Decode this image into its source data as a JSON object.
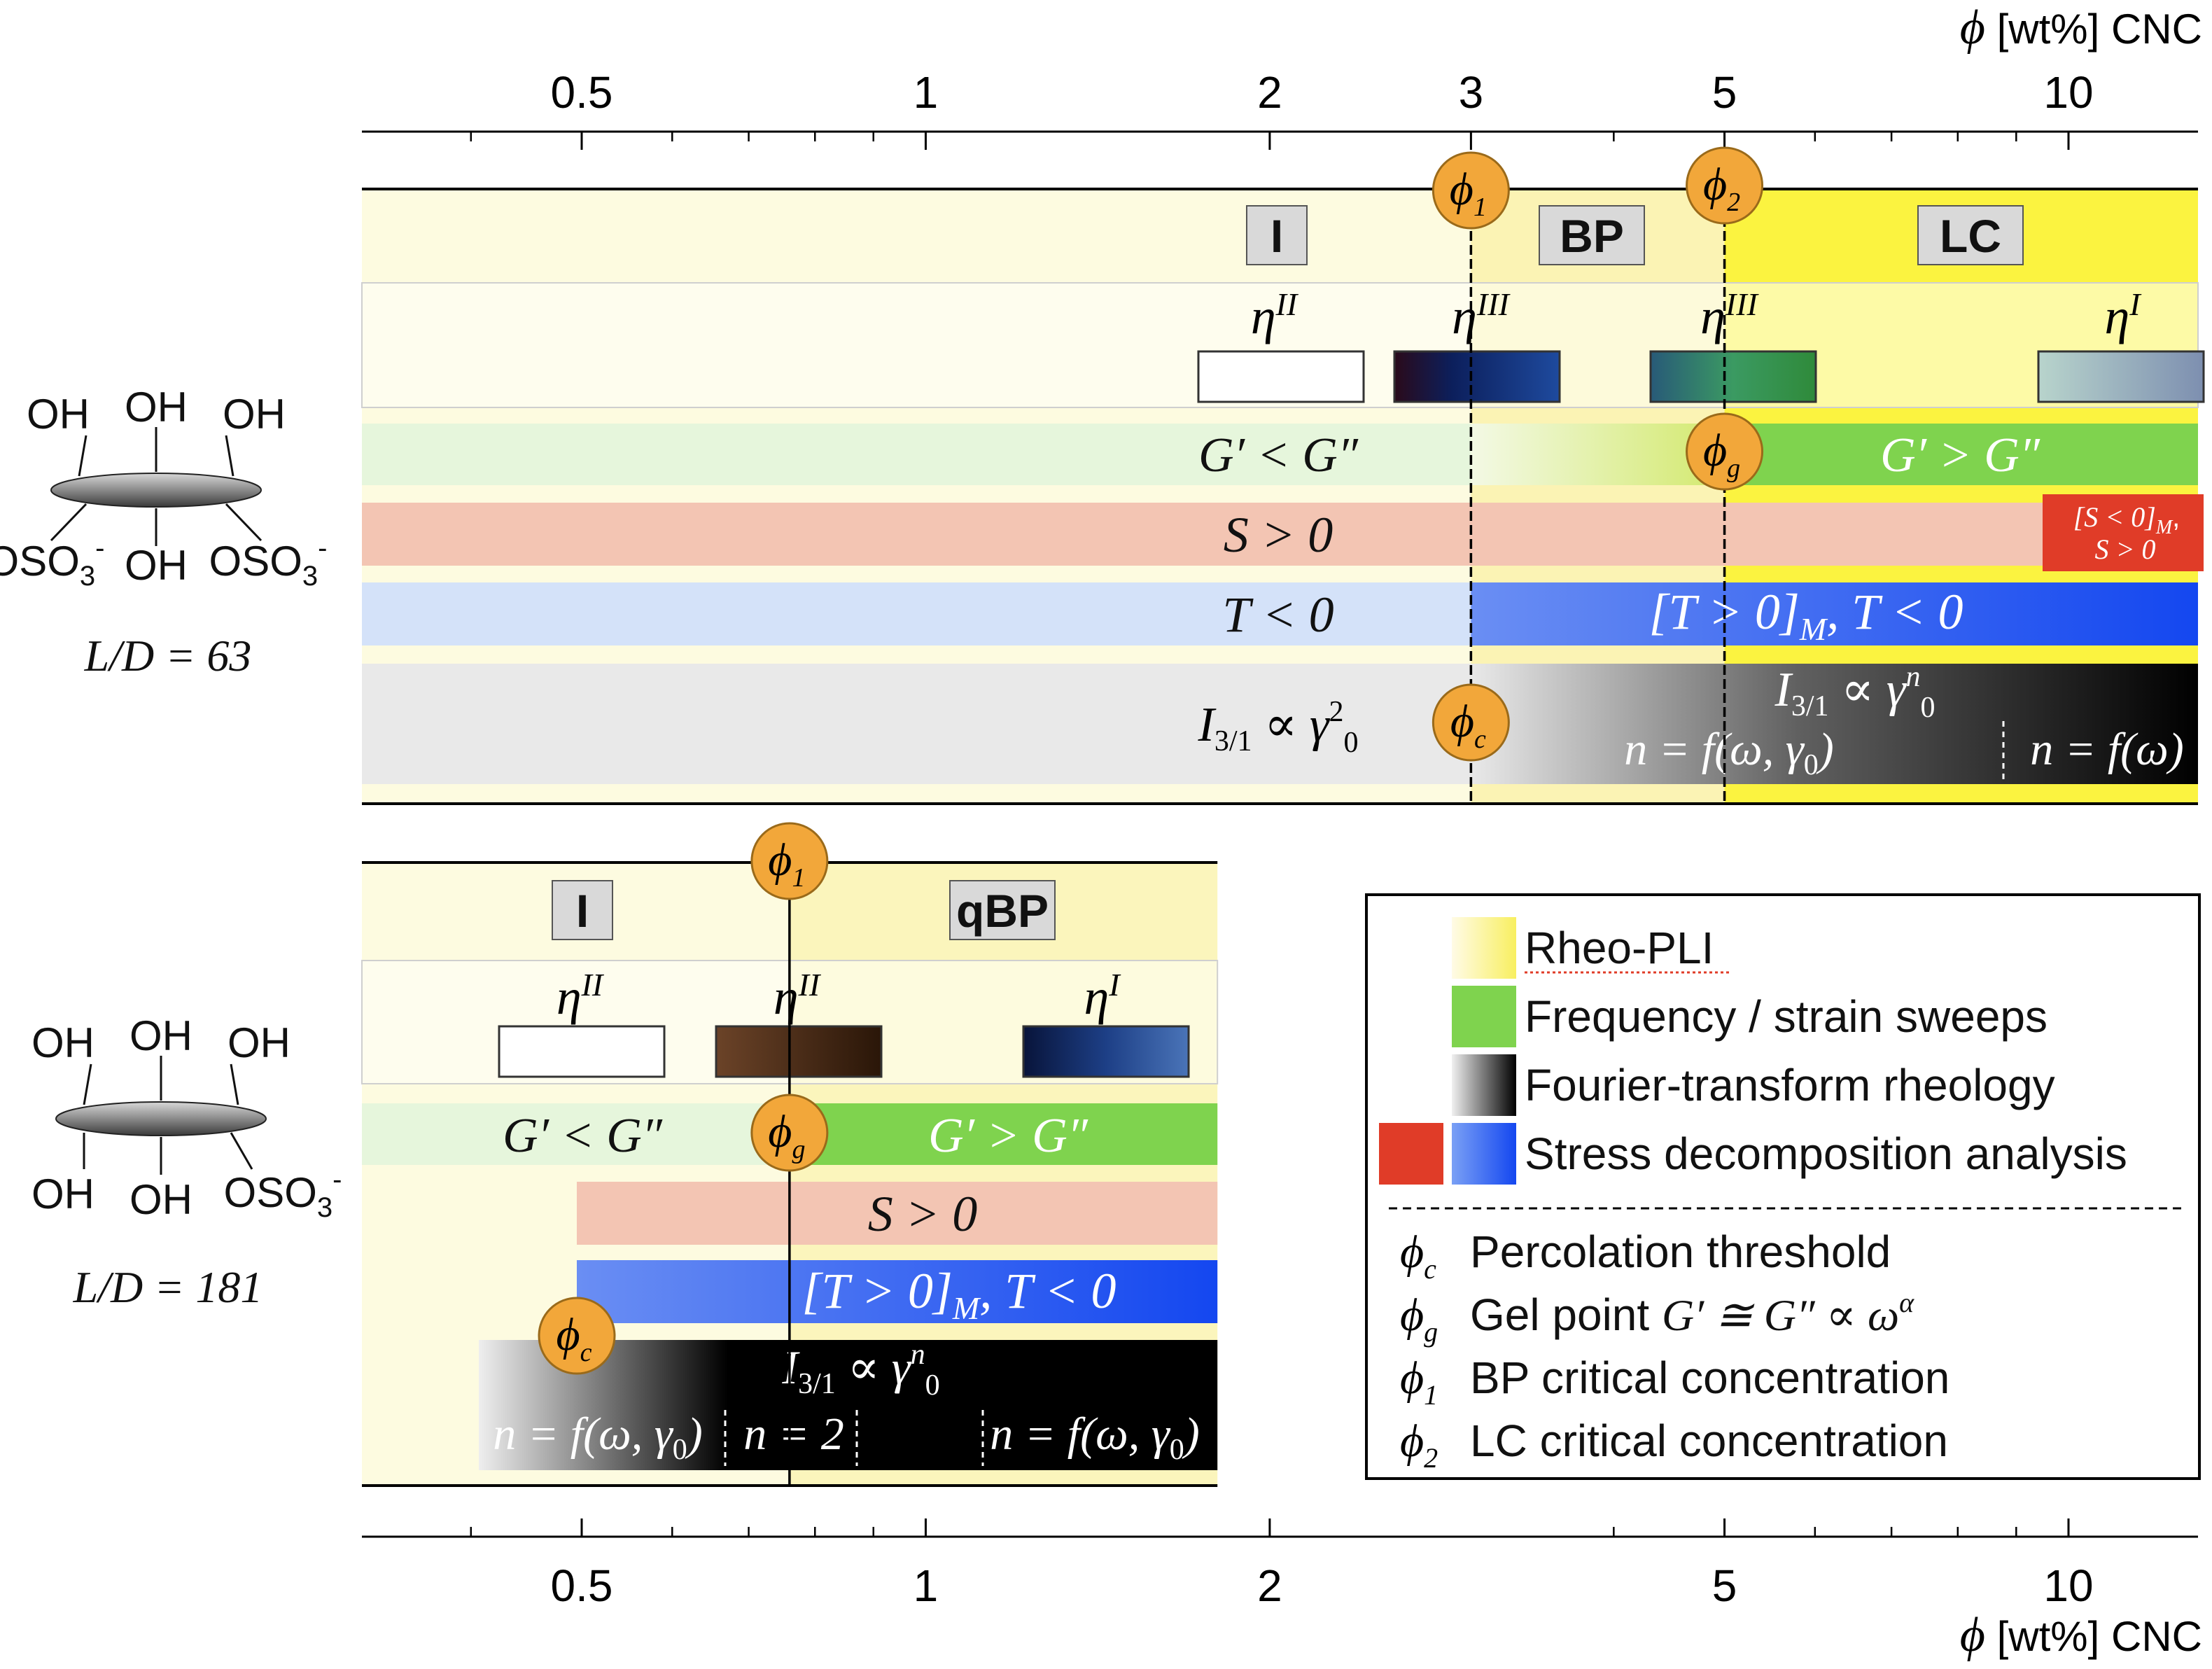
{
  "axis": {
    "label": "ϕ [wt%] CNC",
    "ticks": [
      {
        "value": 0.5,
        "label": "0.5"
      },
      {
        "value": 1,
        "label": "1"
      },
      {
        "value": 2,
        "label": "2"
      },
      {
        "value": 3,
        "label": "3"
      },
      {
        "value": 5,
        "label": "5"
      },
      {
        "value": 10,
        "label": "10"
      }
    ],
    "bottom_ticks": [
      {
        "value": 0.5,
        "label": "0.5"
      },
      {
        "value": 1,
        "label": "1"
      },
      {
        "value": 2,
        "label": "2"
      },
      {
        "value": 5,
        "label": "5"
      },
      {
        "value": 10,
        "label": "10"
      }
    ],
    "minor": [
      0.4,
      0.6,
      0.7,
      0.8,
      0.9,
      4,
      6,
      7,
      8,
      9
    ],
    "range": [
      0.32,
      13.0
    ],
    "scale": "log"
  },
  "panel_top": {
    "molecule": {
      "oh": [
        "OH",
        "OH",
        "OH",
        "OH"
      ],
      "oso3": [
        "OSO3",
        "OSO3"
      ],
      "charge": "-"
    },
    "ld_label": "L/D = 63",
    "phases": [
      {
        "label": "I",
        "from": 0.32,
        "to": 3,
        "color": "#fdfbe0"
      },
      {
        "label": "BP",
        "from": 3,
        "to": 5,
        "color": "#fbf3b0"
      },
      {
        "label": "LC",
        "from": 5,
        "to": 13,
        "color": "#fbf340"
      }
    ],
    "markers": [
      {
        "symbol": "ϕ",
        "sub": "1",
        "at": 3
      },
      {
        "symbol": "ϕ",
        "sub": "2",
        "at": 5
      },
      {
        "symbol": "ϕ",
        "sub": "g",
        "at": 5
      },
      {
        "symbol": "ϕ",
        "sub": "c",
        "at": 3
      }
    ],
    "eta": [
      {
        "label": "η",
        "sup": "II",
        "at": 2.0
      },
      {
        "label": "η",
        "sup": "III",
        "at": 3.0
      },
      {
        "label": "η",
        "sup": "III",
        "at": 5.0
      },
      {
        "label": "η",
        "sup": "I",
        "at": 11.3
      }
    ],
    "moduli": {
      "below": "G′ < G″",
      "above": "G′ > G″"
    },
    "s_row": {
      "main": "S > 0",
      "inset_line1": "[S < 0]",
      "inset_sub": "M",
      "inset_line2": "S > 0"
    },
    "t_row": {
      "left": "T < 0",
      "right_a": "[T > 0]",
      "right_sub": "M",
      "right_b": ", T < 0"
    },
    "i_row": {
      "left": "I",
      "left_sub": "3/1",
      "left_rest": " ∝ γ",
      "left_exp": "2",
      "left_sub0": "0",
      "right_top": "I",
      "right_top_sub": "3/1",
      "right_top_rest": " ∝ γ",
      "right_top_exp": "n",
      "right_top_sub0": "0",
      "right_mid": "n = f(ω, γ",
      "right_mid_sub": "0",
      "right_mid_end": ")",
      "right_end": "n = f(ω)"
    }
  },
  "panel_bottom": {
    "molecule": {
      "oh": [
        "OH",
        "OH",
        "OH",
        "OH",
        "OH"
      ],
      "oso3": [
        "OSO3"
      ],
      "charge": "-"
    },
    "ld_label": "L/D = 181",
    "phases": [
      {
        "label": "I",
        "from": 0.32,
        "to": 0.76,
        "color": "#fdfbe0"
      },
      {
        "label": "qBP",
        "from": 0.76,
        "to": 1.8,
        "color": "#fbf5bc"
      }
    ],
    "markers": [
      {
        "symbol": "ϕ",
        "sub": "1",
        "at": 0.76
      },
      {
        "symbol": "ϕ",
        "sub": "g",
        "at": 0.76
      },
      {
        "symbol": "ϕ",
        "sub": "c",
        "at": 0.5
      }
    ],
    "eta": [
      {
        "label": "η",
        "sup": "II",
        "at": 0.5
      },
      {
        "label": "η",
        "sup": "II",
        "at": 0.76
      },
      {
        "label": "η",
        "sup": "I",
        "at": 1.4
      }
    ],
    "moduli": {
      "below": "G′ < G″",
      "above": "G′ > G″"
    },
    "s_row": {
      "main": "S > 0"
    },
    "t_row": {
      "main_a": "[T > 0]",
      "main_sub": "M",
      "main_b": ", T < 0"
    },
    "i_row": {
      "top": "I",
      "top_sub": "3/1",
      "top_rest": " ∝ γ",
      "top_exp": "n",
      "top_sub0": "0",
      "a": "n = f(ω, γ",
      "a_sub": "0",
      "a_end": ")",
      "b": "n = 2",
      "c": "n = f(ω, γ",
      "c_sub": "0",
      "c_end": ")"
    }
  },
  "legend": {
    "methods": [
      {
        "label": "Rheo-PLI",
        "swatch": "yellow-gradient"
      },
      {
        "label": "Frequency / strain sweeps",
        "swatch": "green"
      },
      {
        "label": "Fourier-transform rheology",
        "swatch": "black-gradient"
      },
      {
        "label": "Stress decomposition analysis",
        "swatch": "red-blue"
      }
    ],
    "definitions": [
      {
        "symbol": "ϕ",
        "sub": "c",
        "text": "Percolation threshold"
      },
      {
        "symbol": "ϕ",
        "sub": "g",
        "text": "Gel point ",
        "formula": "G′ ≅ G″ ∝ ω",
        "formula_sup": "α"
      },
      {
        "symbol": "ϕ",
        "sub": "1",
        "text": "BP critical concentration"
      },
      {
        "symbol": "ϕ",
        "sub": "2",
        "text": "LC critical concentration"
      }
    ]
  },
  "colors": {
    "green": "#7fd34e",
    "green_light": "#e6f6dc",
    "salmon": "#f3c5b3",
    "red": "#e03c28",
    "blue_light": "#d4e2f9",
    "blue": "#1e55f2",
    "gray_light": "#e9e9e9",
    "marker": "#f2a73a",
    "yellow": "#fbf340"
  }
}
